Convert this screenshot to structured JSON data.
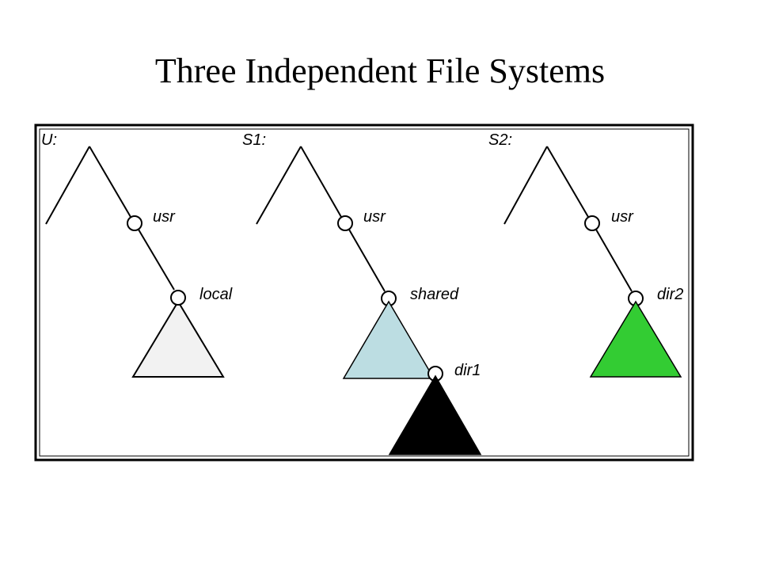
{
  "title": "Three Independent File Systems",
  "systems": [
    {
      "name": "U:",
      "usr_label": "usr",
      "mount_label": "local",
      "subtree_color": "#f2f2f2"
    },
    {
      "name": "S1:",
      "usr_label": "usr",
      "mount_label": "shared",
      "subtree_color": "#bcdde2",
      "nested_label": "dir1",
      "nested_color": "#000000"
    },
    {
      "name": "S2:",
      "usr_label": "usr",
      "mount_label": "dir2",
      "subtree_color": "#33cc33"
    }
  ]
}
